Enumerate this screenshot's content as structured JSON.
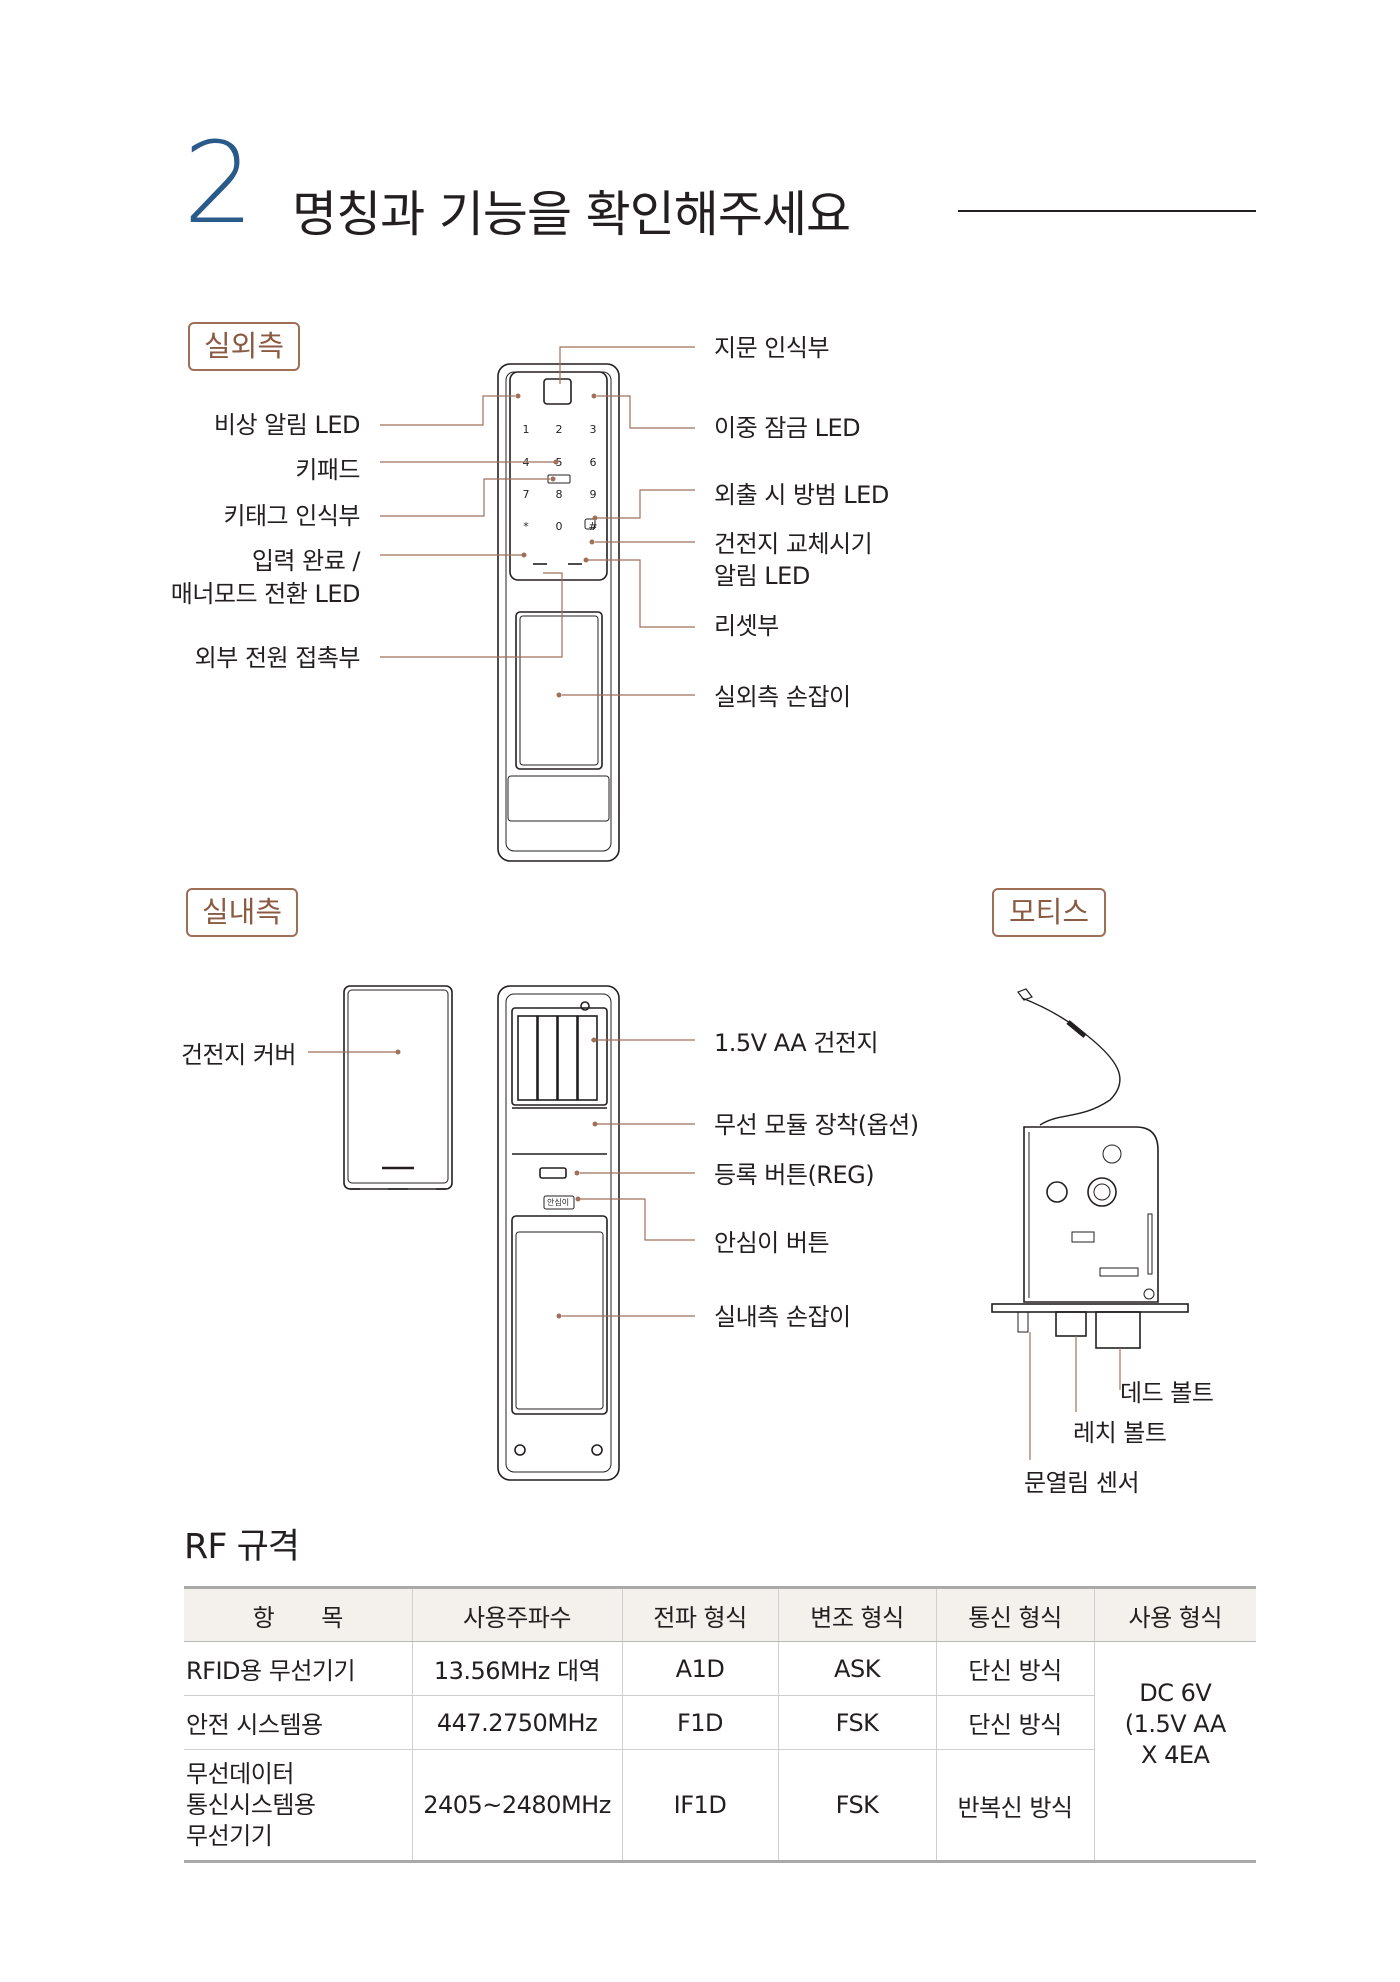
{
  "section": {
    "number": "2",
    "title": "명칭과 기능을 확인해주세요"
  },
  "outdoor": {
    "tag": "실외측",
    "labels_left": {
      "emergency_led": "비상 알림 LED",
      "keypad": "키패드",
      "key_tag": "키태그 인식부",
      "input_complete_1": "입력 완료 /",
      "input_complete_2": "매너모드 전환 LED",
      "external_power": "외부 전원 접촉부"
    },
    "labels_right": {
      "fingerprint": "지문 인식부",
      "double_lock": "이중 잠금 LED",
      "crime_prevention": "외출 시 방범 LED",
      "battery_1": "건전지 교체시기",
      "battery_2": "알림 LED",
      "reset": "리셋부",
      "handle": "실외측 손잡이"
    },
    "keypad_digits": [
      "1",
      "2",
      "3",
      "4",
      "5",
      "6",
      "7",
      "8",
      "9",
      "*",
      "0",
      "#"
    ]
  },
  "indoor": {
    "tag": "실내측",
    "battery_cover": "건전지 커버",
    "labels_right": {
      "battery": "1.5V AA 건전지",
      "wireless_module": "무선 모듈 장착(옵션)",
      "register": "등록 버튼(REG)",
      "safety": "안심이 버튼",
      "handle": "실내측 손잡이"
    },
    "safety_small": "안심이"
  },
  "mortise": {
    "tag": "모티스",
    "dead_bolt": "데드 볼트",
    "latch_bolt": "레치 볼트",
    "door_sensor": "문열림 센서"
  },
  "rf": {
    "title": "RF 규격",
    "headers": [
      "항　　목",
      "사용주파수",
      "전파 형식",
      "변조 형식",
      "통신 형식",
      "사용 형식"
    ],
    "rows": [
      {
        "item": [
          "RFID용 무선기기"
        ],
        "freq": "13.56MHz 대역",
        "radio": "A1D",
        "mod": "ASK",
        "comm": "단신 방식"
      },
      {
        "item": [
          "안전 시스템용"
        ],
        "freq": "447.2750MHz",
        "radio": "F1D",
        "mod": "FSK",
        "comm": "단신 방식"
      },
      {
        "item": [
          "무선데이터",
          "통신시스템용",
          "무선기기"
        ],
        "freq": "2405~2480MHz",
        "radio": "IF1D",
        "mod": "FSK",
        "comm": "반복신 방식"
      }
    ],
    "usage": [
      "DC 6V",
      "(1.5V AA",
      "X 4EA"
    ]
  },
  "colors": {
    "accent_blue": "#2a5a8a",
    "tag_brown": "#9c6f56",
    "dot_brown": "#a0705a",
    "line": "#231f20"
  }
}
